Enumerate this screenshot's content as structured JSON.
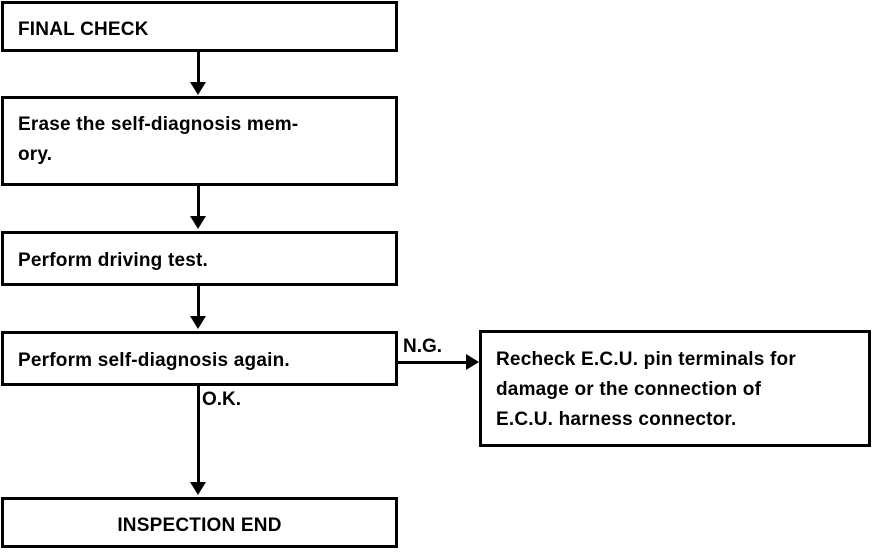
{
  "diagram": {
    "title": "FINAL CHECK",
    "nodes": [
      {
        "id": "final-check",
        "label": "FINAL CHECK",
        "align": "left"
      },
      {
        "id": "erase-memory",
        "label": "Erase the self-diagnosis mem-\nory.",
        "align": "left"
      },
      {
        "id": "driving-test",
        "label": "Perform driving test.",
        "align": "left"
      },
      {
        "id": "self-diagnosis-again",
        "label": "Perform self-diagnosis again.",
        "align": "left"
      },
      {
        "id": "inspection-end",
        "label": "INSPECTION END",
        "align": "center"
      },
      {
        "id": "recheck-ecu",
        "label": "Recheck E.C.U. pin terminals for\ndamage or the connection of\nE.C.U. harness connector.",
        "align": "left"
      }
    ],
    "edge_labels": {
      "ng": "N.G.",
      "ok": "O.K."
    },
    "colors": {
      "line": "#000000",
      "box_fill": "#ffffff",
      "text": "#000000",
      "background": "#ffffff"
    }
  }
}
